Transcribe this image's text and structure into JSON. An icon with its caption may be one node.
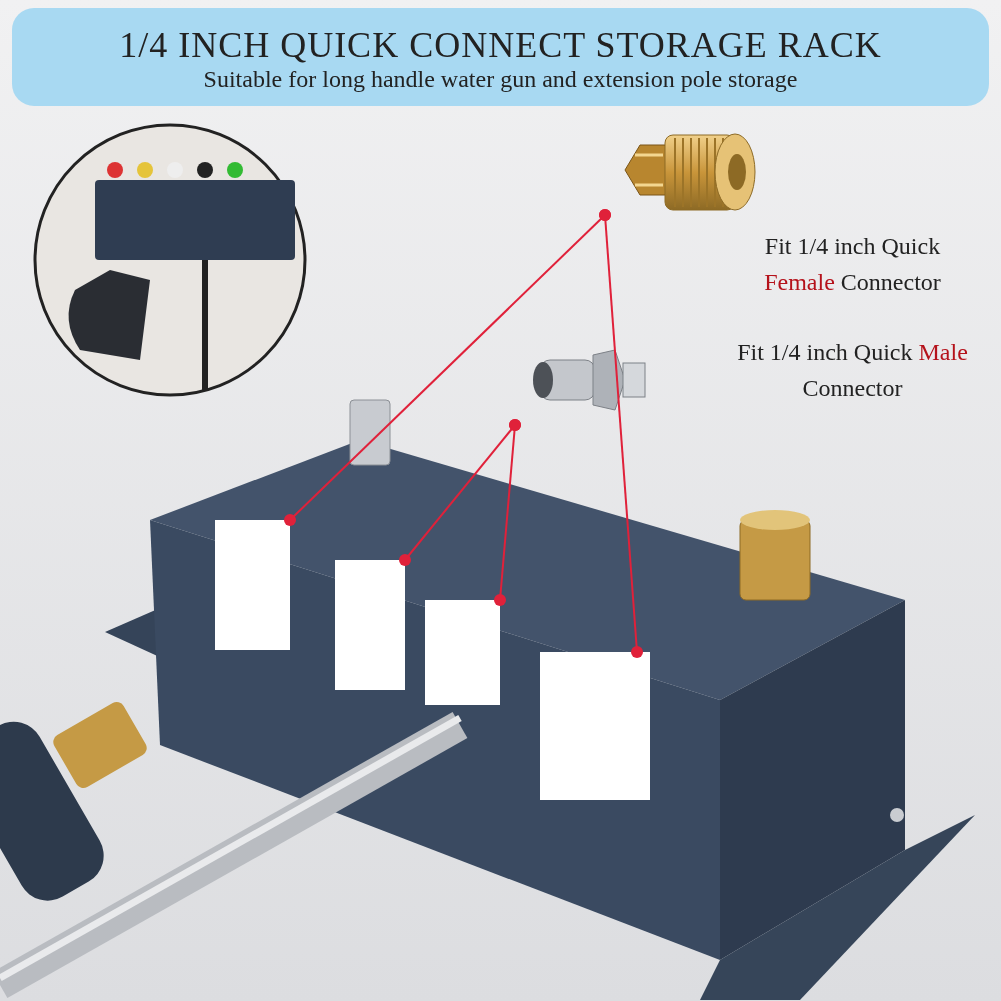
{
  "diagram": {
    "title": "1/4 INCH QUICK CONNECT STORAGE RACK",
    "nodes": [
      {
        "text": [],
        "shape": "picture",
        "beside": [
          "Fit 1/4 inch Quick *Female* Connector"
        ]
      },
      {
        "text": [],
        "shape": "picture",
        "beside": [
          "Fit 1/4 inch Quick *Male* Connector"
        ]
      },
      {
        "text": [],
        "shape": "box"
      },
      {
        "text": [],
        "shape": "box"
      },
      {
        "text": [],
        "shape": "box"
      },
      {
        "text": [],
        "shape": "box"
      }
    ],
    "edges": [
      {
        "from": 0,
        "to": 2,
        "arrow": "other"
      },
      {
        "from": 0,
        "to": 5,
        "arrow": "other"
      },
      {
        "from": 1,
        "to": 3,
        "arrow": "other"
      },
      {
        "from": 1,
        "to": 4,
        "arrow": "other"
      }
    ],
    "labels": [
      "Suitable for long handle water gun and extension pole storage"
    ]
  }
}
